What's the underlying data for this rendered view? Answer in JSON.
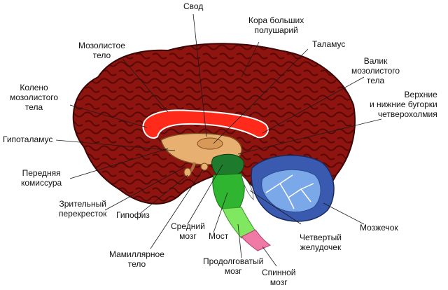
{
  "labels": {
    "svod": [
      "Свод"
    ],
    "kora": [
      "Кора больших",
      "полушарий"
    ],
    "talamus": [
      "Таламус"
    ],
    "mozolistoe": [
      "Мозолистое",
      "тело"
    ],
    "valik": [
      "Валик",
      "мозолистого",
      "тела"
    ],
    "koleno": [
      "Колено",
      "мозолистого",
      "тела"
    ],
    "bugorki": [
      "Верхние",
      "и нижние бугорки",
      "четверохолмия"
    ],
    "gipotalamus": [
      "Гипоталамус"
    ],
    "kommissura": [
      "Передняя",
      "комиссура"
    ],
    "perekrestok": [
      "Зрительный",
      "перекресток"
    ],
    "gipofiz": [
      "Гипофиз"
    ],
    "sredniy": [
      "Средний",
      "мозг"
    ],
    "most": [
      "Мост"
    ],
    "mozzhechok": [
      "Мозжечок"
    ],
    "zheludochek": [
      "Четвертый",
      "желудочек"
    ],
    "mamillyarnoe": [
      "Мамиллярное",
      "тело"
    ],
    "prodolgovatiy": [
      "Продолговатый",
      "мозг"
    ],
    "spinnoy": [
      "Спинной",
      "мозг"
    ]
  },
  "colors": {
    "cortex": "#8e1410",
    "cortex_dark": "#5a0806",
    "corpus_callosum": "#ff2a1a",
    "diencephalon": "#e8b070",
    "midbrain": "#1e7a2c",
    "pons": "#2fb52f",
    "medulla": "#7fe860",
    "spinal_cord": "#f07aa6",
    "cerebellum_white": "#7aa8e8",
    "cerebellum_gray": "#3a5ab0",
    "brainstem_dark": "#3a2a1a"
  }
}
